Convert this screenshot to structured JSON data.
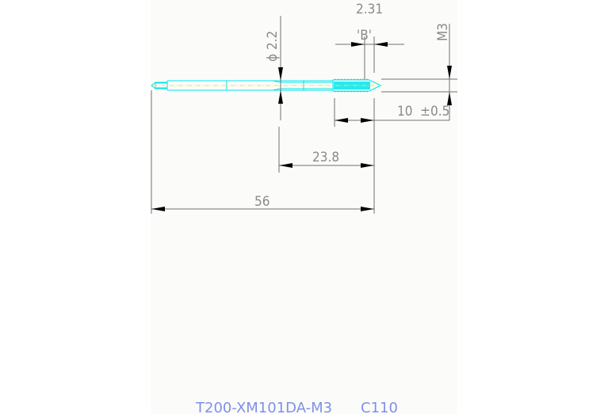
{
  "drawing": {
    "part_number": "T200-XM101DA-M3",
    "code": "C110",
    "dimensions": {
      "shank_diameter": "ϕ 2.2",
      "pitch": "2.31",
      "detail_label": "'B'",
      "thread_size": "M3",
      "thread_length": "10  ±0.5",
      "neck_length": "23.8",
      "overall_length": "56"
    },
    "colors": {
      "background": "#fbfcfa",
      "tool_outline": "#00e5ee",
      "center_line": "#e8e84a",
      "dimension_line": "#707070",
      "arrow": "#000000",
      "dim_text": "#8a8a8a",
      "title_text": "#7f8fe8"
    }
  }
}
